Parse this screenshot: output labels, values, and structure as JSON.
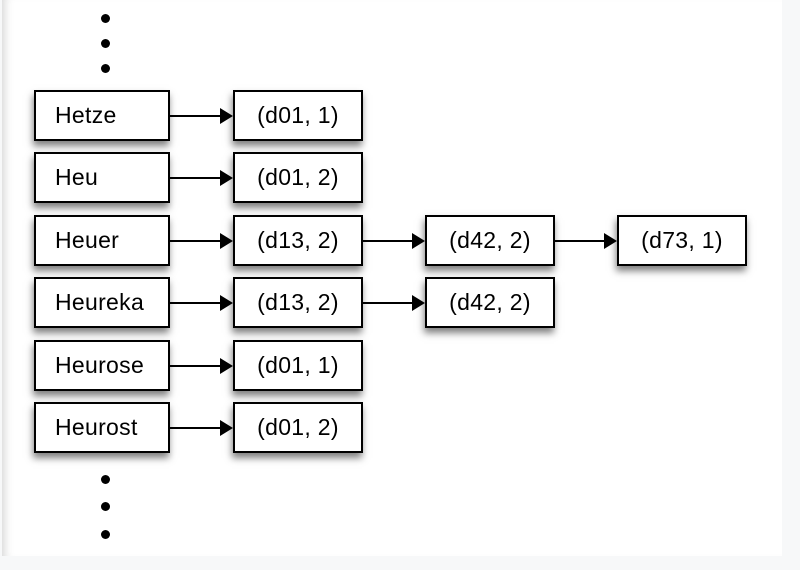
{
  "diagram": {
    "rows": [
      {
        "term": "Hetze",
        "postings": [
          "(d01, 1)"
        ]
      },
      {
        "term": "Heu",
        "postings": [
          "(d01, 2)"
        ]
      },
      {
        "term": "Heuer",
        "postings": [
          "(d13, 2)",
          "(d42, 2)",
          "(d73, 1)"
        ]
      },
      {
        "term": "Heureka",
        "postings": [
          "(d13, 2)",
          "(d42, 2)"
        ]
      },
      {
        "term": "Heurose",
        "postings": [
          "(d01, 1)"
        ]
      },
      {
        "term": "Heurost",
        "postings": [
          "(d01, 2)"
        ]
      }
    ],
    "icons": {
      "ellipsis_top": "vertical-ellipsis",
      "ellipsis_bottom": "vertical-ellipsis"
    },
    "colors": {
      "box_border": "#000000",
      "box_fill": "#ffffff",
      "text": "#000000",
      "canvas_background": "#ffffff",
      "page_margin": "#f7f8f9",
      "shadow": "rgba(0,0,0,0.5)"
    }
  }
}
